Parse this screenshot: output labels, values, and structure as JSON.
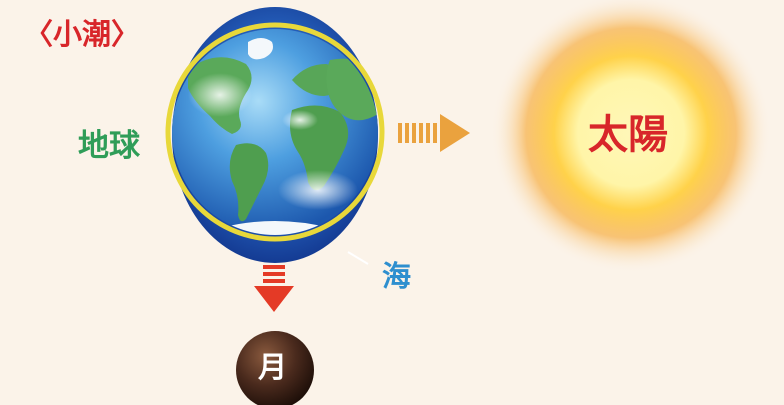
{
  "title": "〈小潮〉",
  "labels": {
    "earth": "地球",
    "sea": "海",
    "sun": "太陽",
    "moon": "月"
  },
  "colors": {
    "background": "#fbf3e9",
    "title": "#d8262a",
    "earth_label": "#2f9d58",
    "sea_label": "#2e8fcf",
    "sun_label": "#d8262a",
    "moon_label": "#ffffff",
    "tide_bulge": "#1f4fb0",
    "earth_ring": "#e8d83a",
    "sun_arrow": "#eaa23e",
    "moon_arrow": "#e43a26",
    "moon": "#4a2a1d"
  }
}
